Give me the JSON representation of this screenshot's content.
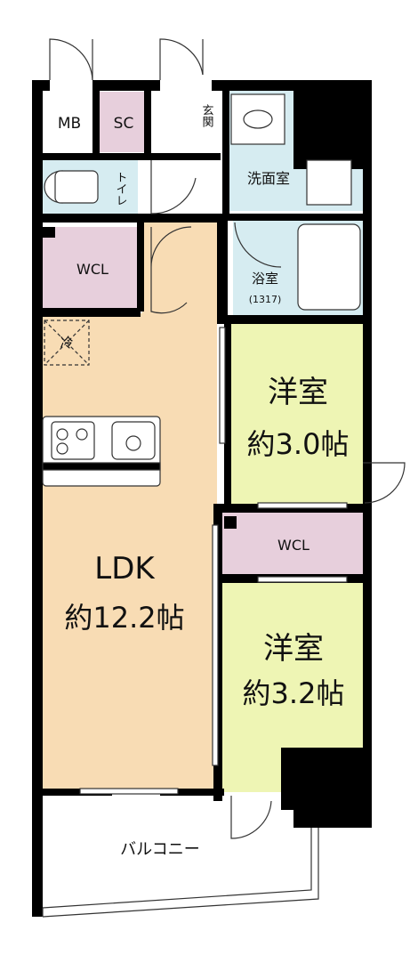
{
  "colors": {
    "ldk": "#f8dcb4",
    "bedroom": "#eef5b4",
    "wcl": "#e7cfdc",
    "wet": "#d6ecf1",
    "wall": "#000000",
    "background": "#ffffff"
  },
  "rooms": {
    "mb": "MB",
    "sc": "SC",
    "genkan": "玄関",
    "toilet": "トイレ",
    "senmen": "洗面室",
    "wcl_top": "WCL",
    "yokushitsu": "浴室",
    "yokushitsu_size": "(1317)",
    "rei": "冷",
    "yoshitsu1_name": "洋室",
    "yoshitsu1_size": "約3.0帖",
    "wcl_mid": "WCL",
    "ldk_name": "LDK",
    "ldk_size": "約12.2帖",
    "yoshitsu2_name": "洋室",
    "yoshitsu2_size": "約3.2帖",
    "balcony": "バルコニー"
  }
}
